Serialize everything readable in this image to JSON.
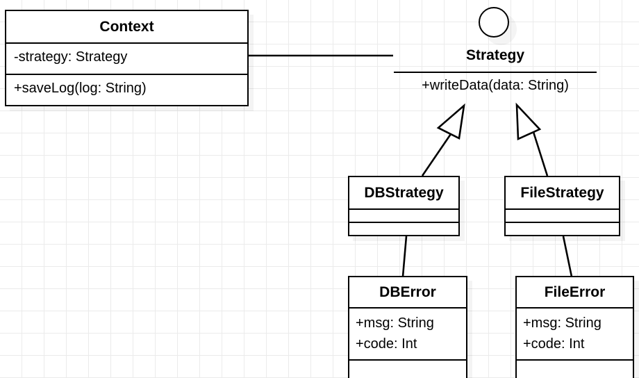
{
  "diagram": {
    "kind": "uml-class-diagram",
    "background": {
      "color": "#ffffff",
      "grid_color": "#ebebeb",
      "grid_size": 32
    },
    "stroke_color": "#000000",
    "shadow_color": "rgba(0,0,0,0.045)"
  },
  "classes": {
    "context": {
      "name": "Context",
      "attributes": [
        "-strategy: Strategy"
      ],
      "operations": [
        "+saveLog(log: String)"
      ]
    },
    "strategy": {
      "name": "Strategy",
      "stereotype_shape": "interface-circle",
      "operations": [
        "+writeData(data: String)"
      ]
    },
    "dbstrategy": {
      "name": "DBStrategy",
      "attributes": [],
      "operations": []
    },
    "filestrategy": {
      "name": "FileStrategy",
      "attributes": [],
      "operations": []
    },
    "dberror": {
      "name": "DBError",
      "attributes": [
        "+msg: String",
        "+code: Int"
      ],
      "operations": []
    },
    "fileerror": {
      "name": "FileError",
      "attributes": [
        "+msg: String",
        "+code: Int"
      ],
      "operations": []
    }
  },
  "relationships": [
    {
      "id": "context-strategy",
      "type": "association",
      "from": "Context",
      "to": "Strategy",
      "arrowhead": "none"
    },
    {
      "id": "dbstrategy-strategy",
      "type": "generalization",
      "from": "DBStrategy",
      "to": "Strategy",
      "arrowhead": "hollow-triangle"
    },
    {
      "id": "filestrategy-strategy",
      "type": "generalization",
      "from": "FileStrategy",
      "to": "Strategy",
      "arrowhead": "hollow-triangle"
    },
    {
      "id": "dbstrategy-dberror",
      "type": "association",
      "from": "DBStrategy",
      "to": "DBError",
      "arrowhead": "none"
    },
    {
      "id": "filestrategy-fileerror",
      "type": "association",
      "from": "FileStrategy",
      "to": "FileError",
      "arrowhead": "none"
    }
  ]
}
